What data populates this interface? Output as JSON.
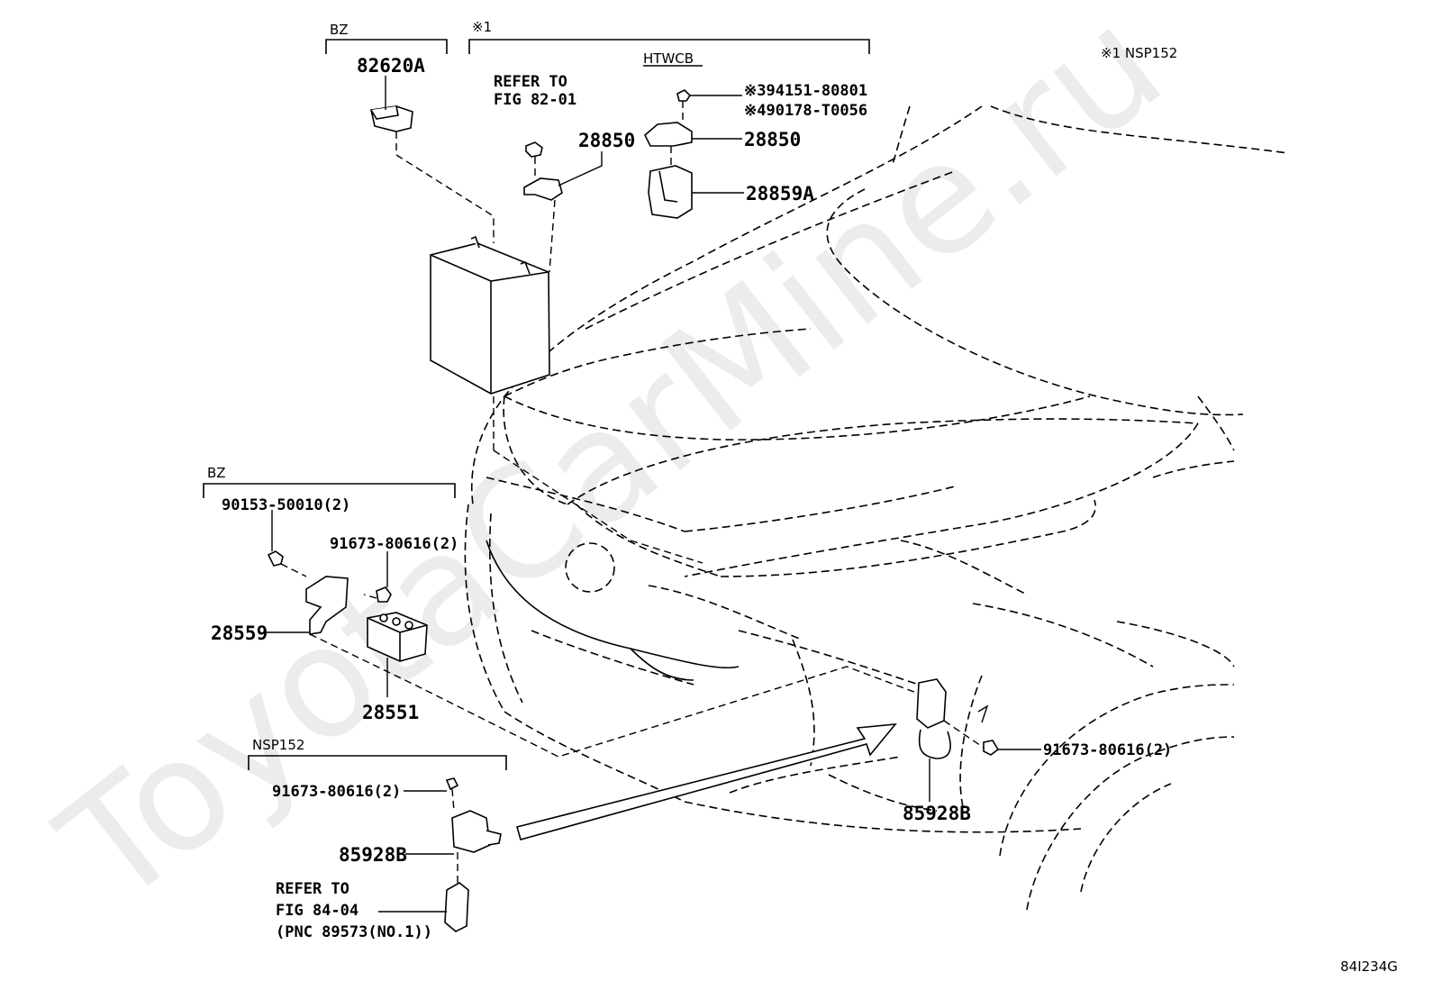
{
  "watermark": "ToyotaCarMine.ru",
  "diagram_code": "84I234G",
  "legend_note": "※1  NSP152",
  "groups": {
    "bz_top": "BZ",
    "note1_top": "※1",
    "htwcb": "HTWCB",
    "bz_mid": "BZ",
    "nsp152": "NSP152"
  },
  "parts": {
    "p82620A": "82620A",
    "refer_fig_82_01_line1": "REFER TO",
    "refer_fig_82_01_line2": "FIG 82-01",
    "p28850_left": "28850",
    "p94151": "※394151-80801",
    "p90178": "※490178-T0056",
    "p28850_right": "28850",
    "p28859A": "28859A",
    "p90153": "90153-50010(2)",
    "p91673_mid": "91673-80616(2)",
    "p28559": "28559",
    "p28551": "28551",
    "p91673_nsp": "91673-80616(2)",
    "p85928B_left": "85928B",
    "refer_fig_84_04_line1": "REFER TO",
    "refer_fig_84_04_line2": "FIG 84-04",
    "refer_fig_84_04_line3": "(PNC 89573(NO.1))",
    "p91673_right": "91673-80616(2)",
    "p85928B_right": "85928B"
  }
}
